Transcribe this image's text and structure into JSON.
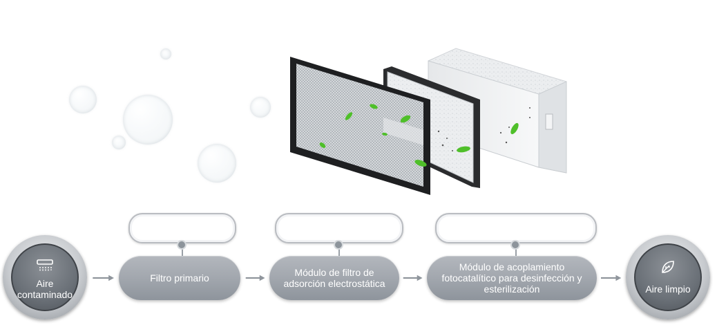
{
  "diagram": {
    "start_node": {
      "label": "Aire contaminado",
      "icon": "polluted-air-icon"
    },
    "steps": [
      {
        "label": "Filtro primario"
      },
      {
        "label": "Módulo de filtro de adsorción electrostática"
      },
      {
        "label": "Módulo de acoplamiento fotocatalítico para desinfección y esterilización"
      }
    ],
    "end_node": {
      "label": "Aire limpio",
      "icon": "leaf-icon"
    }
  },
  "colors": {
    "pill_gray": "#a2a7ae",
    "leaf_green": "#4fbf2a",
    "frame_black": "#1e1f21"
  }
}
